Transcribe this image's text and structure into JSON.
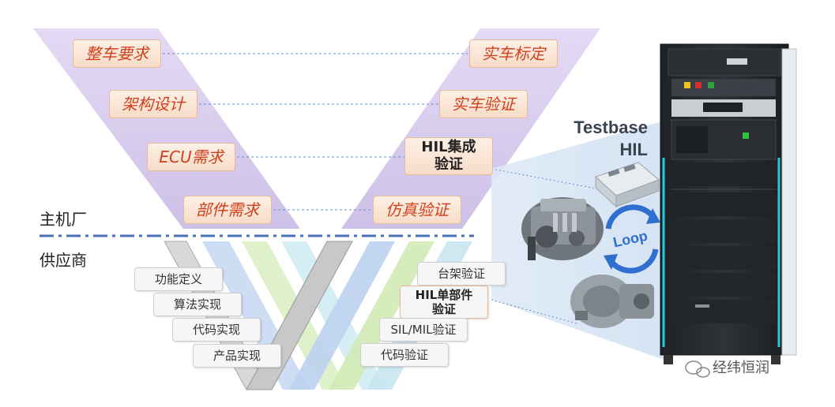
{
  "oem_label": "主机厂",
  "supplier_label": "供应商",
  "oem_left": [
    "整车要求",
    "架构设计",
    "ECU需求",
    "部件需求"
  ],
  "oem_right": [
    "实车标定",
    "实车验证",
    "HIL集成\n验证",
    "仿真验证"
  ],
  "supplier_left": [
    "功能定义",
    "算法实现",
    "代码实现",
    "产品实现"
  ],
  "supplier_right": [
    "台架验证",
    "HIL单部件\n验证",
    "SIL/MIL验证",
    "代码验证"
  ],
  "hil_title": "Testbase\nHIL",
  "loop_label": "Loop",
  "watermark": "经纬恒润",
  "colors": {
    "purple_band": "#d9ccef",
    "oem_box": "#fbe6d6",
    "oem_text": "#d0401c",
    "divider": "#4a73b5"
  }
}
